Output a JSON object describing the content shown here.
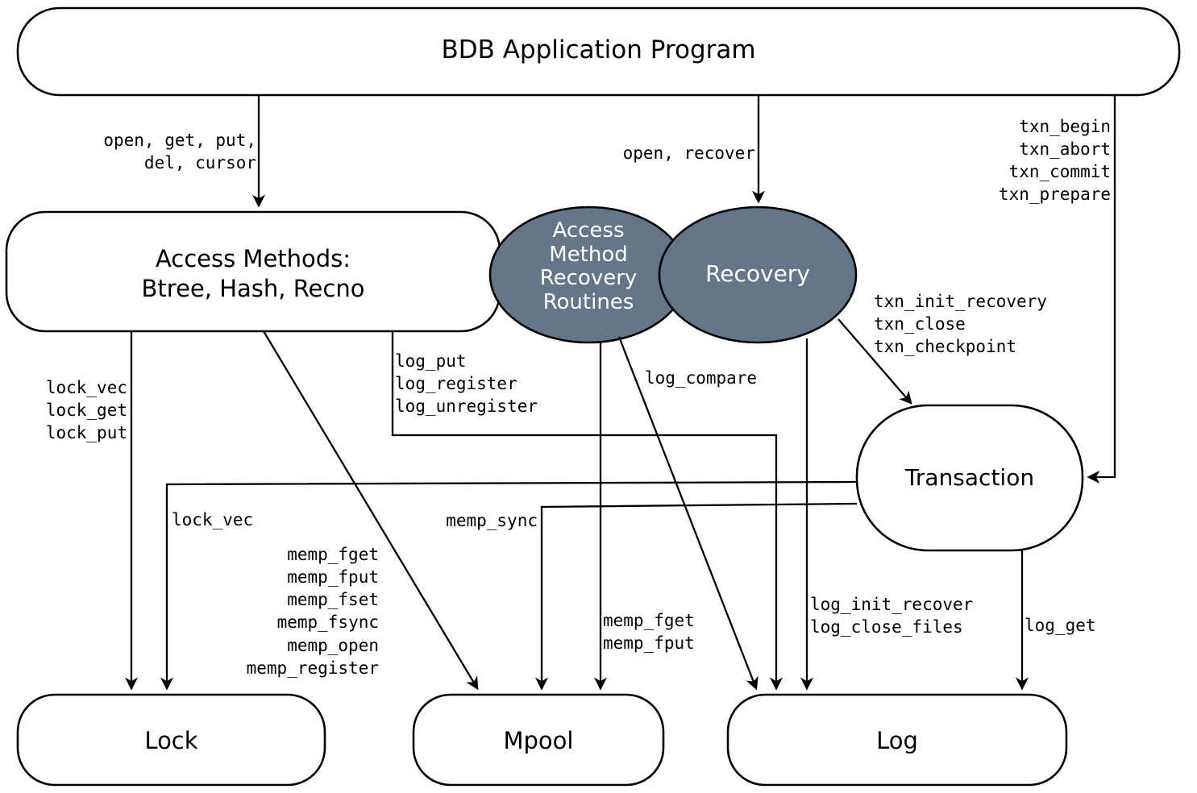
{
  "diagram": {
    "title": "BDB Application Program",
    "colors": {
      "ellipse_fill": "#647687",
      "stroke": "#000000",
      "node_fill": "#ffffff",
      "ellipse_text": "#ffffff"
    },
    "nodes": {
      "app": {
        "label": "BDB Application Program",
        "shape": "rounded-rect"
      },
      "access_methods": {
        "label": "Access Methods:\nBtree, Hash, Recno",
        "shape": "rounded-rect"
      },
      "am_recovery": {
        "label": "Access\nMethod\nRecovery\nRoutines",
        "shape": "ellipse"
      },
      "recovery": {
        "label": "Recovery",
        "shape": "ellipse"
      },
      "transaction": {
        "label": "Transaction",
        "shape": "rounded-rect"
      },
      "lock": {
        "label": "Lock",
        "shape": "rounded-rect"
      },
      "mpool": {
        "label": "Mpool",
        "shape": "rounded-rect"
      },
      "log": {
        "label": "Log",
        "shape": "rounded-rect"
      }
    },
    "edge_labels": {
      "app_to_access": "open, get, put,\ndel, cursor",
      "app_to_recovery": "open, recover",
      "app_to_transaction": "txn_begin\ntxn_abort\ntxn_commit\ntxn_prepare",
      "access_to_lock": "lock_vec\nlock_get\nlock_put",
      "access_to_log": "log_put\nlog_register\nlog_unregister",
      "recovery_to_transaction": "txn_init_recovery\ntxn_close\ntxn_checkpoint",
      "amrec_to_log_compare": "log_compare",
      "txn_to_lock": "lock_vec",
      "access_to_mpool": "memp_fget\nmemp_fput\nmemp_fset\nmemp_fsync\nmemp_open\nmemp_register",
      "txn_to_mpool": "memp_sync",
      "amrec_to_mpool": "memp_fget\nmemp_fput",
      "recovery_to_log": "log_init_recover\nlog_close_files",
      "txn_to_log": "log_get"
    }
  }
}
